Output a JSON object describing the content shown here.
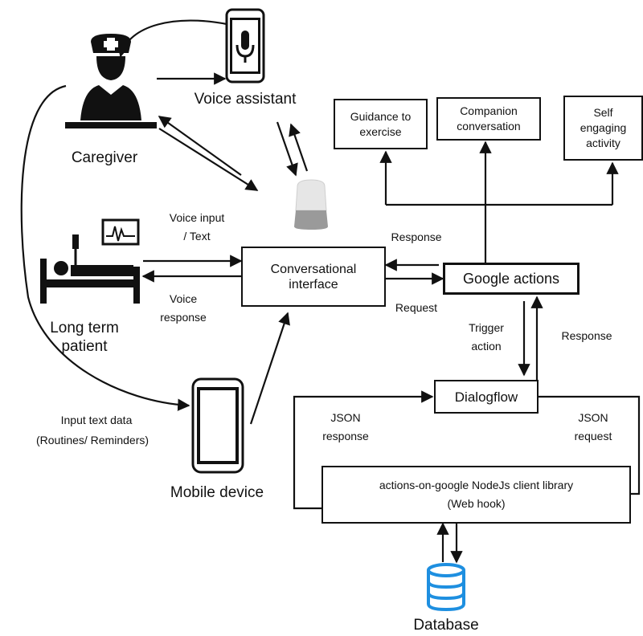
{
  "actors": {
    "caregiver": "Caregiver",
    "voice_assistant": "Voice assistant",
    "long_term_patient_line1": "Long term",
    "long_term_patient_line2": "patient",
    "mobile_device": "Mobile device",
    "database": "Database"
  },
  "boxes": {
    "conversational_interface_line1": "Conversational",
    "conversational_interface_line2": "interface",
    "google_actions": "Google actions",
    "dialogflow": "Dialogflow",
    "guidance_line1": "Guidance to",
    "guidance_line2": "exercise",
    "companion_line1": "Companion",
    "companion_line2": "conversation",
    "self_line1": "Self",
    "self_line2": "engaging",
    "self_line3": "activity",
    "library_line1": "actions-on-google NodeJs client library",
    "library_line2": "(Web hook)"
  },
  "edge_labels": {
    "voice_input_line1": "Voice input",
    "voice_input_line2": "/ Text",
    "voice_response_line1": "Voice",
    "voice_response_line2": "response",
    "response_top": "Response",
    "request": "Request",
    "trigger_line1": "Trigger",
    "trigger_line2": "action",
    "response_right": "Response",
    "json_response_line1": "JSON",
    "json_response_line2": "response",
    "json_request_line1": "JSON",
    "json_request_line2": "request",
    "input_text_line1": "Input text data",
    "input_text_line2": "(Routines/ Reminders)"
  },
  "colors": {
    "line": "#111111",
    "database": "#1e8fe0",
    "speaker_top": "#e6e6e6",
    "speaker_base": "#9a9a9a"
  }
}
